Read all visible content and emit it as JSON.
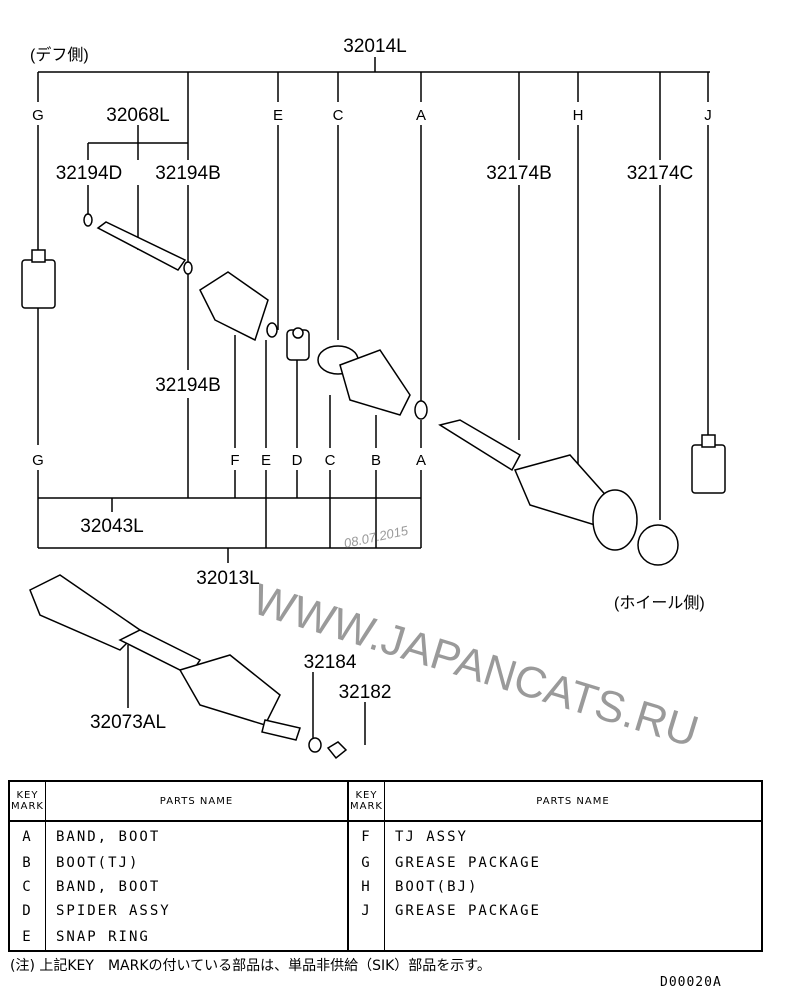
{
  "diagram": {
    "side_diff": "(デフ側)",
    "side_wheel": "(ホイール側)",
    "part_numbers": {
      "p32014L": "32014L",
      "p32068L": "32068L",
      "p32194D": "32194D",
      "p32194B_top": "32194B",
      "p32194B_mid": "32194B",
      "p32174B": "32174B",
      "p32174C": "32174C",
      "p32043L": "32043L",
      "p32013L": "32013L",
      "p32073AL": "32073AL",
      "p32184": "32184",
      "p32182": "32182"
    },
    "top_keys": {
      "g": "G",
      "e": "E",
      "c": "C",
      "a": "A",
      "h": "H",
      "j": "J"
    },
    "bottom_keys": {
      "g": "G",
      "f": "F",
      "e": "E",
      "d": "D",
      "c": "C",
      "b": "B",
      "a": "A"
    },
    "watermark": "WWW.JAPANCATS.RU",
    "watermark_date": "08.07.2015"
  },
  "table": {
    "header_key": "KEY MARK",
    "header_name": "PARTS NAME",
    "left": [
      {
        "key": "A",
        "name": "BAND, BOOT"
      },
      {
        "key": "B",
        "name": "BOOT(TJ)"
      },
      {
        "key": "C",
        "name": "BAND, BOOT"
      },
      {
        "key": "D",
        "name": "SPIDER ASSY"
      },
      {
        "key": "E",
        "name": "SNAP RING"
      }
    ],
    "right": [
      {
        "key": "F",
        "name": "TJ ASSY"
      },
      {
        "key": "G",
        "name": "GREASE PACKAGE"
      },
      {
        "key": "H",
        "name": "BOOT(BJ)"
      },
      {
        "key": "J",
        "name": "GREASE PACKAGE"
      },
      {
        "key": "",
        "name": ""
      }
    ]
  },
  "note": "(注) 上記KEY　MARKの付いている部品は、単品非供給（SIK）部品を示す。",
  "drawing_code": "D00020A"
}
